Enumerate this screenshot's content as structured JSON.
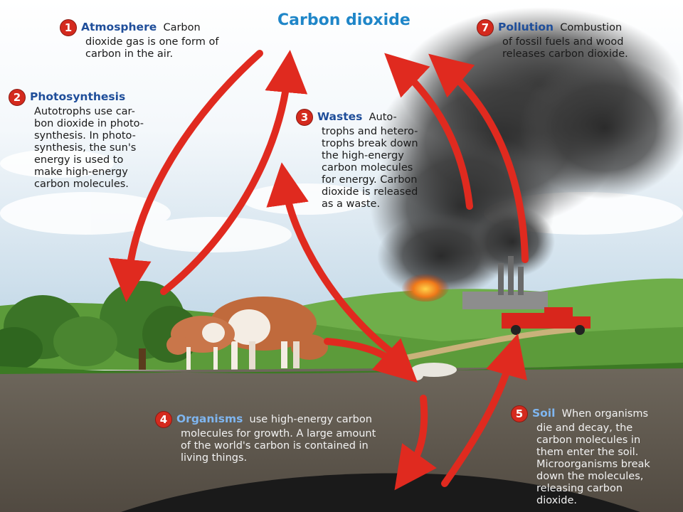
{
  "title": "Carbon dioxide",
  "colors": {
    "arrow": "#e02a1f",
    "heading": "#1f4e9a",
    "title": "#1f86c8",
    "badge": "#d42a1e"
  },
  "labels": {
    "atmosphere": {
      "number": "1",
      "heading": "Atmosphere",
      "lines": [
        "Carbon",
        "dioxide gas is one form of",
        "carbon in the air."
      ]
    },
    "photosynthesis": {
      "number": "2",
      "heading": "Photosynthesis",
      "lines": [
        "Autotrophs use car-",
        "bon dioxide in photo-",
        "synthesis. In photo-",
        "synthesis, the sun's",
        "energy is used to",
        "make high-energy",
        "carbon molecules."
      ]
    },
    "wastes": {
      "number": "3",
      "heading": "Wastes",
      "lines": [
        "Auto-",
        "trophs and hetero-",
        "trophs break down",
        "the high-energy",
        "carbon molecules",
        "for energy. Carbon",
        "dioxide is released",
        "as a waste."
      ]
    },
    "organisms": {
      "number": "4",
      "heading": "Organisms",
      "lines": [
        "use high-energy carbon",
        "molecules for growth. A large amount",
        "of the world's carbon is contained in",
        "living things."
      ]
    },
    "soil": {
      "number": "5",
      "heading": "Soil",
      "lines": [
        "When organisms",
        "die and decay, the",
        "carbon molecules in",
        "them enter the soil.",
        "Microorganisms break",
        "down the molecules,",
        "releasing carbon",
        "dioxide."
      ]
    },
    "pollution": {
      "number": "7",
      "heading": "Pollution",
      "lines": [
        "Combustion",
        "of fossil fuels and wood",
        "releases carbon dioxide."
      ]
    }
  }
}
